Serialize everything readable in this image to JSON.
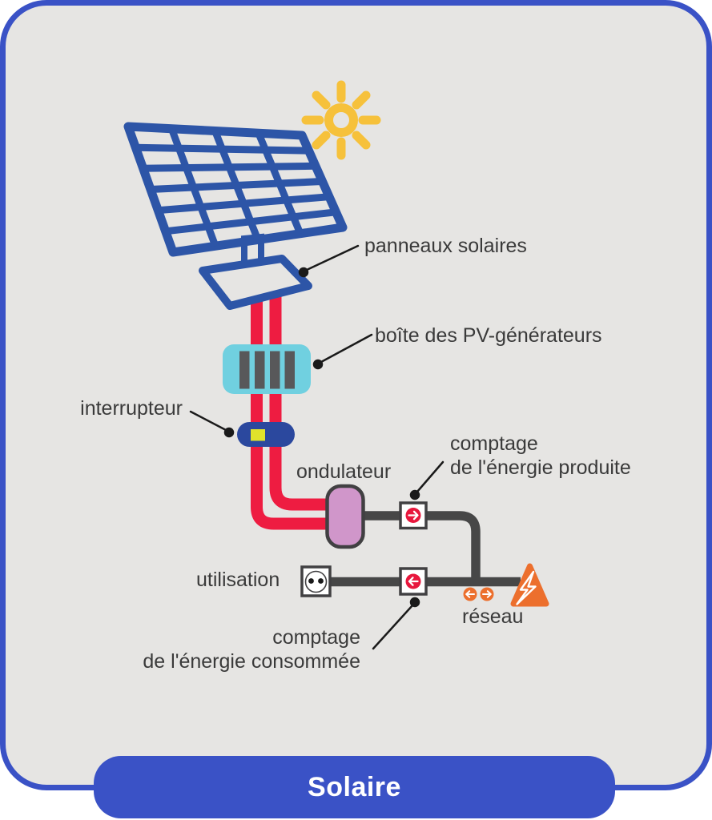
{
  "banner": {
    "label": "Solaire",
    "background": "#3a52c6",
    "text_color": "#ffffff"
  },
  "card": {
    "background": "#e6e5e3",
    "border_color": "#3a52c6"
  },
  "diagram": {
    "labels": {
      "solar_panels": "panneaux solaires",
      "pv_generator_box": "boîte des PV-générateurs",
      "switch": "interrupteur",
      "inverter": "ondulateur",
      "production_meter_line1": "comptage",
      "production_meter_line2": "de l'énergie produite",
      "usage": "utilisation",
      "consumption_meter_line1": "comptage",
      "consumption_meter_line2": "de l'énergie consommée",
      "grid": "réseau"
    },
    "icons": [
      {
        "name": "sun-icon",
        "color": "#f6c13b"
      },
      {
        "name": "solar-panel-icon",
        "color": "#2d55a7"
      },
      {
        "name": "pv-generator-box-icon",
        "color": "#70d0e0",
        "bars_color": "#58585a"
      },
      {
        "name": "switch-icon",
        "color": "#2b489e",
        "key_color": "#e0e32b"
      },
      {
        "name": "inverter-icon",
        "color": "#d096ca",
        "border_color": "#414042"
      },
      {
        "name": "production-meter-icon",
        "circle_color": "#e8173d",
        "arrow": "right"
      },
      {
        "name": "consumption-meter-icon",
        "circle_color": "#e8173d",
        "arrow": "left"
      },
      {
        "name": "power-socket-icon",
        "color": "#ffffff"
      },
      {
        "name": "grid-lightning-icon",
        "color": "#ec6f2d"
      },
      {
        "name": "exchange-arrows-icon",
        "color": "#ec6f2d"
      }
    ],
    "colors": {
      "cable_red": "#ee1c41",
      "wire_gray": "#474747",
      "label_text": "#3a3a3a",
      "leader_line": "#1a1a1a"
    }
  }
}
